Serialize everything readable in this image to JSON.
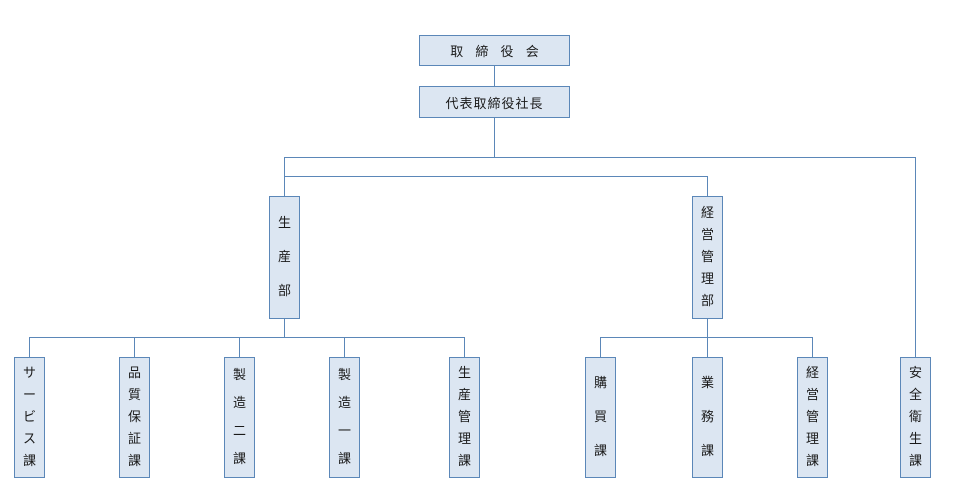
{
  "board": {
    "label": "取 締 役 会"
  },
  "president": {
    "label": "代表取締役社長"
  },
  "production_dept": {
    "label": "生産部"
  },
  "management_dept": {
    "label": "経営管理部"
  },
  "safety_section": {
    "label": "安全衛生課"
  },
  "production_sections": [
    {
      "label": "サービス課"
    },
    {
      "label": "品質保証課"
    },
    {
      "label": "製造二課"
    },
    {
      "label": "製造一課"
    },
    {
      "label": "生産管理課"
    }
  ],
  "management_sections": [
    {
      "label": "購買課"
    },
    {
      "label": "業務課"
    },
    {
      "label": "経営管理課"
    }
  ],
  "colors": {
    "box_fill": "#dce6f2",
    "box_border": "#5b87b8",
    "connector": "#5b87b8"
  }
}
